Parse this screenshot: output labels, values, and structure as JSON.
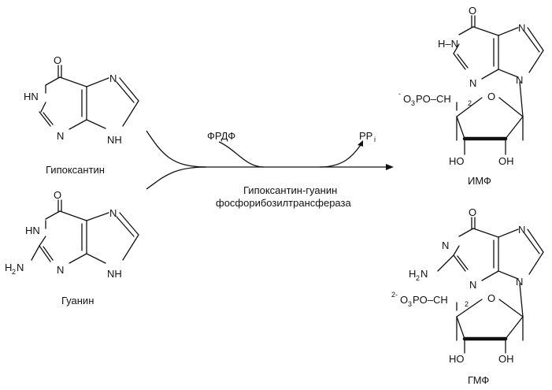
{
  "colors": {
    "ink": "#111111",
    "background": "#ffffff"
  },
  "reaction": {
    "reactant_1": "Гипоксантин",
    "reactant_2": "Гуанин",
    "cosubstrate": "ФРДФ",
    "byproduct": "PP",
    "byproduct_sub": "i",
    "enzyme_line_1": "Гипоксантин-гуанин",
    "enzyme_line_2": "фосфорибозилтрансфераза",
    "product_1": "ИМФ",
    "product_2": "ГМФ"
  },
  "atoms": {
    "O": "O",
    "N": "N",
    "HN": "HN",
    "NH": "NH",
    "HN_left": "H–N",
    "H2N_H": "H",
    "H2N_N": "N",
    "H2N_sub": "2",
    "OH": "OH",
    "HO": "HO",
    "phosphate_1_charge": "-",
    "phosphate_1_a": "O",
    "phosphate_1_sub": "3",
    "phosphate_1_b": "PO–CH",
    "phosphate_1_sub2": "2",
    "phosphate_2_charge": "2-",
    "phosphate_2_a": "O",
    "phosphate_2_sub": "3",
    "phosphate_2_b": "PO–CH",
    "phosphate_2_sub2": "2"
  }
}
